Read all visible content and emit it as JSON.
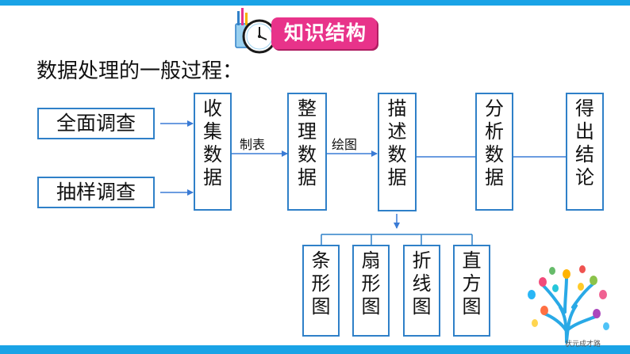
{
  "header": {
    "title": "知识结构"
  },
  "subtitle": "数据处理的一般过程：",
  "sources": [
    {
      "label": "全面调查"
    },
    {
      "label": "抽样调查"
    }
  ],
  "steps": [
    {
      "label": "收\n集\n数\n据"
    },
    {
      "label": "整\n理\n数\n据"
    },
    {
      "label": "描\n述\n数\n据"
    },
    {
      "label": "分\n析\n数\n据"
    },
    {
      "label": "得\n出\n结\n论"
    }
  ],
  "edge_labels": {
    "tabulate": "制表",
    "draw": "绘图"
  },
  "chart_types": [
    {
      "label": "条\n形\n图"
    },
    {
      "label": "扇\n形\n图"
    },
    {
      "label": "折\n线\n图"
    },
    {
      "label": "直\n方\n图"
    }
  ],
  "watermark": "状元成才路",
  "colors": {
    "accent": "#1aa3e6",
    "box_border": "#2f80c8",
    "badge": "#e8338a",
    "arrow": "#3a7bd5"
  }
}
